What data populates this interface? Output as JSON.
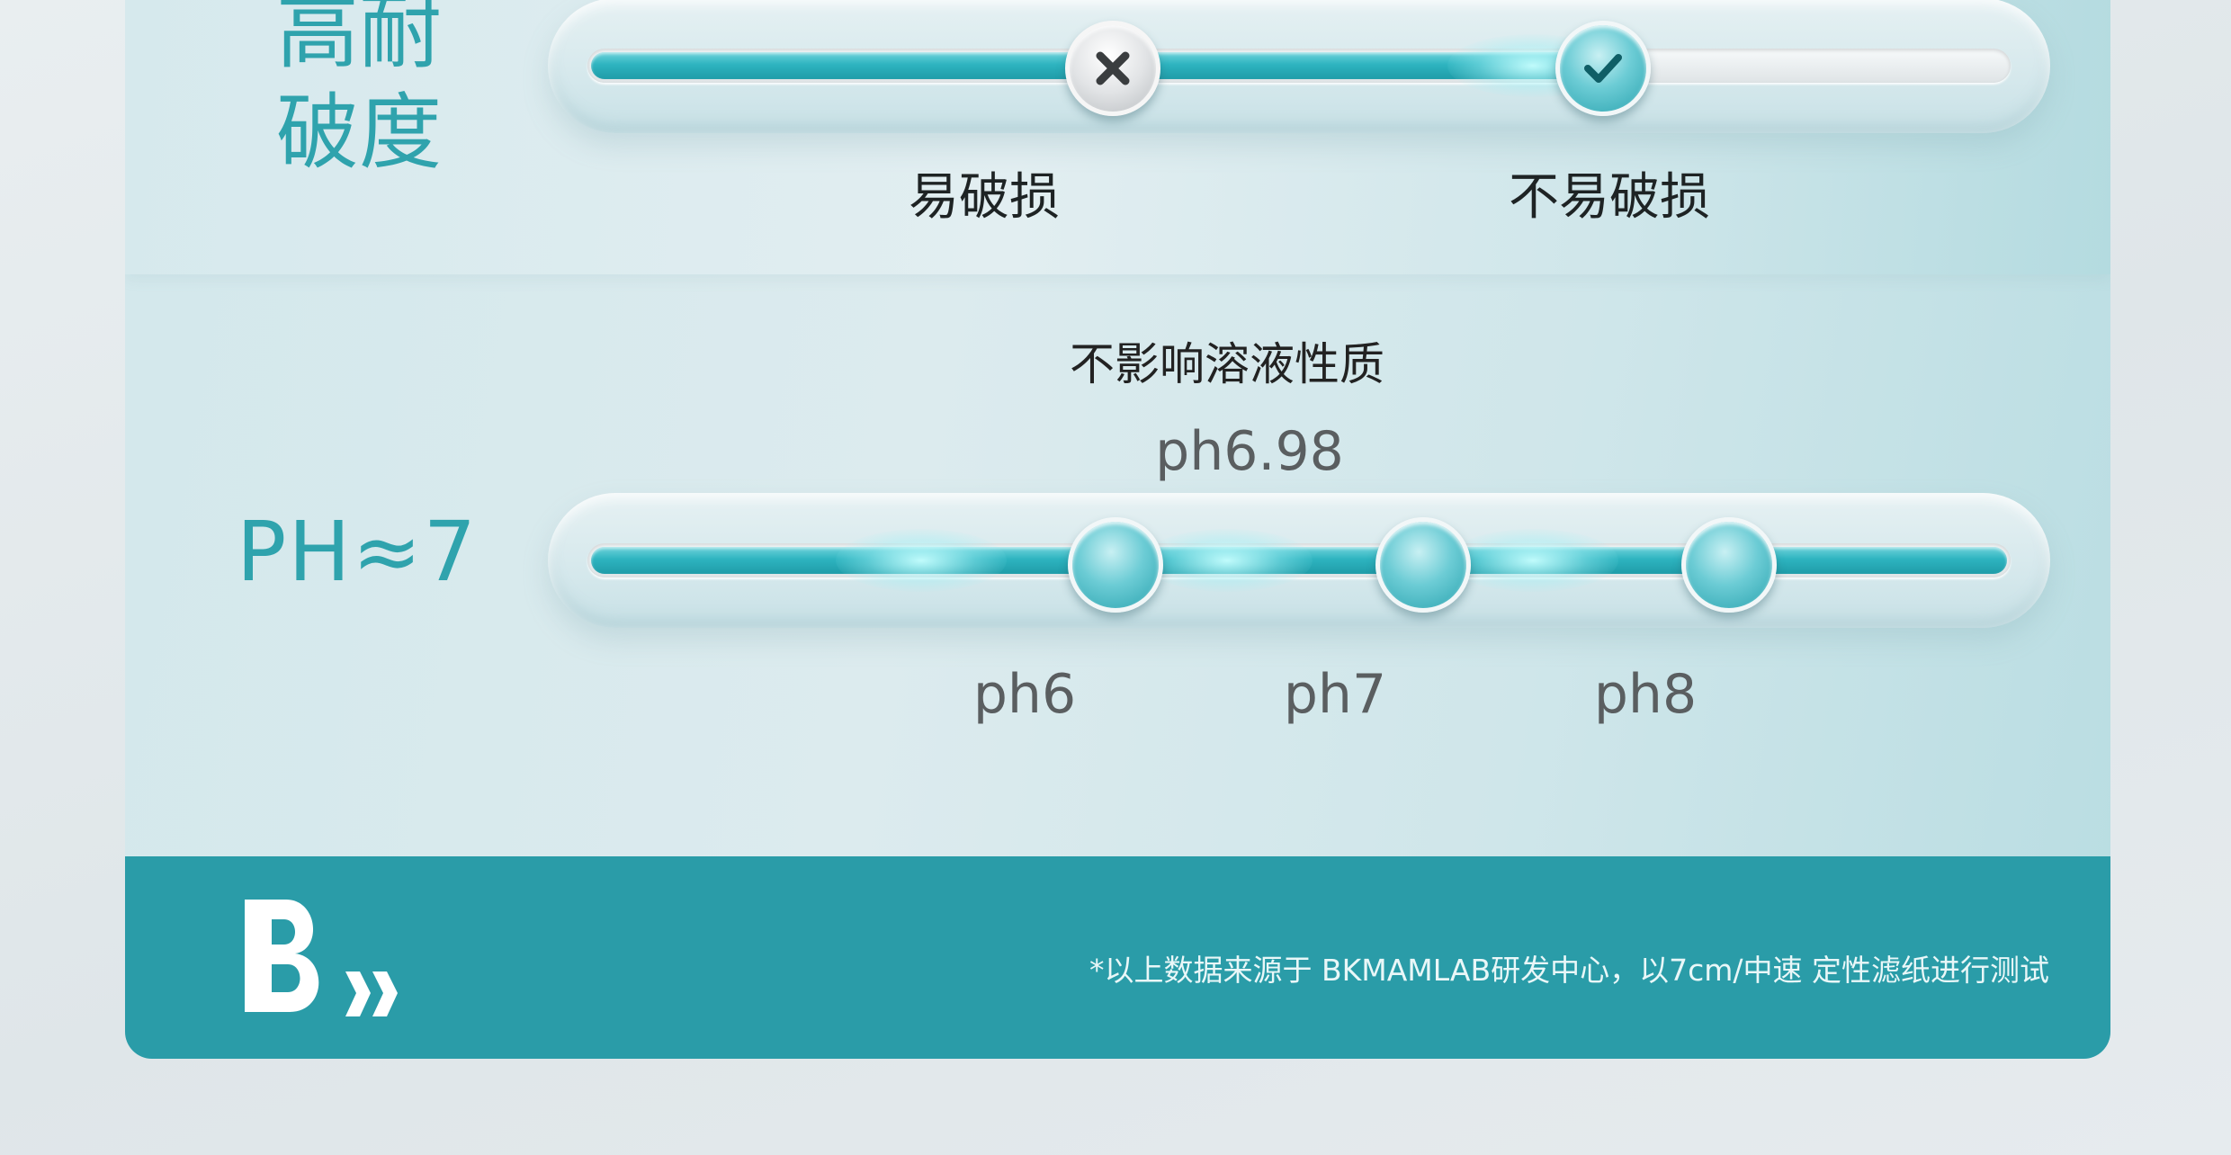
{
  "durability": {
    "title_line1": "高耐",
    "title_line2": "破度",
    "label_left": "易破损",
    "label_right": "不易破损",
    "level": 0.7
  },
  "ph": {
    "title": "PH≈7",
    "subtitle": "不影响溶液性质",
    "value_label": "ph6.98",
    "ticks": [
      "ph6",
      "ph7",
      "ph8"
    ]
  },
  "footer": {
    "source_note": "*以上数据来源于 BKMAMLAB研发中心，以7cm/中速 定性滤纸进行测试"
  },
  "colors": {
    "accent": "#2fa3ad",
    "footer_bg": "#2a9ca8",
    "track_fill": "#2eb4c0"
  },
  "icons": {
    "left_knob": "x-icon",
    "right_knob": "check-icon",
    "logo": "bk-logo"
  }
}
